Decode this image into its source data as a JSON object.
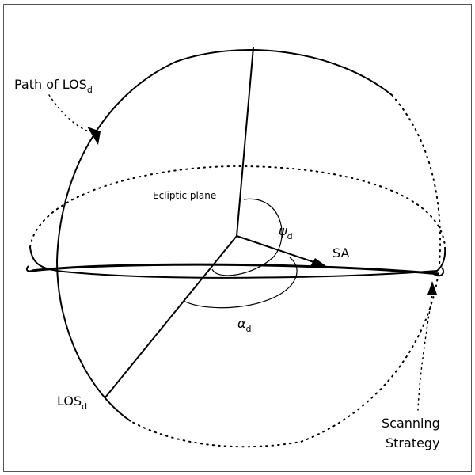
{
  "labels": {
    "path_of": "Path of LOS",
    "path_sub": "d",
    "ecliptic_plane": "Ecliptic plane",
    "psi": "ψ",
    "psi_sub": "d",
    "sa": "SA",
    "alpha": "α",
    "alpha_sub": "d",
    "los": "LOS",
    "los_sub": "d",
    "scanning": "Scanning",
    "strategy": "Strategy"
  },
  "colors": {
    "ink": "#000000",
    "frame": "#555555",
    "background": "#ffffff"
  }
}
